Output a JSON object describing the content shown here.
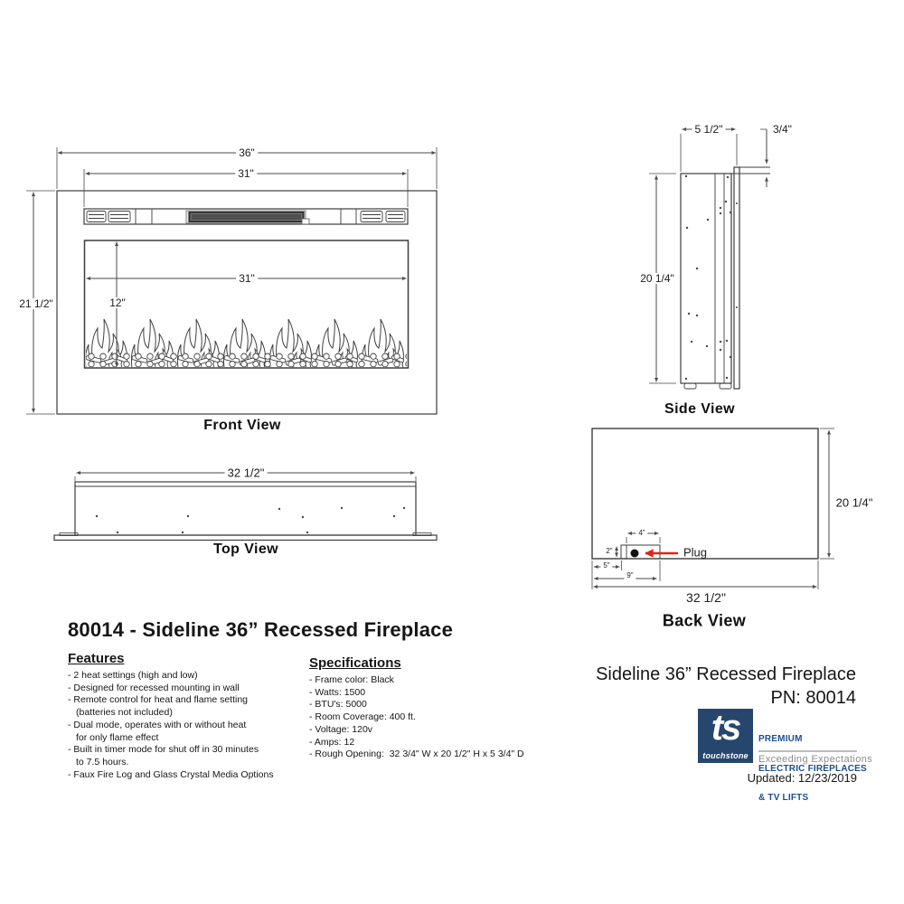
{
  "views": {
    "front": {
      "label": "Front View",
      "dims": {
        "overall_width": "36\"",
        "top_width": "31\"",
        "window_width": "31\"",
        "media_height": "12\"",
        "overall_height": "21 1/2\""
      }
    },
    "side": {
      "label": "Side View",
      "dims": {
        "depth": "5 1/2\"",
        "flange": "3/4\"",
        "height": "20 1/4\""
      }
    },
    "top": {
      "label": "Top View",
      "dims": {
        "width": "32 1/2\""
      }
    },
    "back": {
      "label": "Back View",
      "plug_label": "Plug",
      "dims": {
        "height": "20 1/4\"",
        "width": "32 1/2\"",
        "outlet_width": "4\"",
        "outlet_height": "2\"",
        "outlet_offset_left": "5\"",
        "outlet_offset_center": "9\""
      }
    }
  },
  "product": {
    "title": "80014 - Sideline 36” Recessed Fireplace",
    "features_heading": "Features",
    "features": [
      "- 2 heat settings (high and low)",
      "- Designed for recessed mounting in wall",
      "- Remote control for heat and flame setting",
      "(batteries not included)",
      "- Dual mode, operates with or without heat",
      "for only flame effect",
      "- Built in timer mode for shut off in 30 minutes",
      "to 7.5 hours.",
      "- Faux Fire Log and Glass Crystal Media Options"
    ],
    "specs_heading": "Specifications",
    "specs": [
      "- Frame color: Black",
      "- Watts: 1500",
      "- BTU's: 5000",
      "- Room Coverage: 400 ft.",
      "- Voltage: 120v",
      "- Amps: 12",
      "- Rough Opening:  32 3/4\" W x 20 1/2\" H x 5 3/4\" D"
    ]
  },
  "footer": {
    "product_name": "Sideline 36” Recessed Fireplace",
    "part_number": "PN: 80014",
    "updated": "Updated: 12/23/2019",
    "logo": {
      "monogram": "ts",
      "wordmark": "touchstone",
      "lines": [
        "PREMIUM",
        "ELECTRIC FIREPLACES",
        "& TV LIFTS"
      ],
      "slogan": "Exceeding Expectations"
    }
  },
  "colors": {
    "drawing_line": "#3c3c3c",
    "dimension_line": "#4a4a4a",
    "panel_dark": "#4f4f4f",
    "plug_arrow_red": "#e02418",
    "logo_navy": "#26466e",
    "brand_blue": "#1d4e8f",
    "slogan_gray": "#8c8c8c",
    "text": "#161616"
  }
}
